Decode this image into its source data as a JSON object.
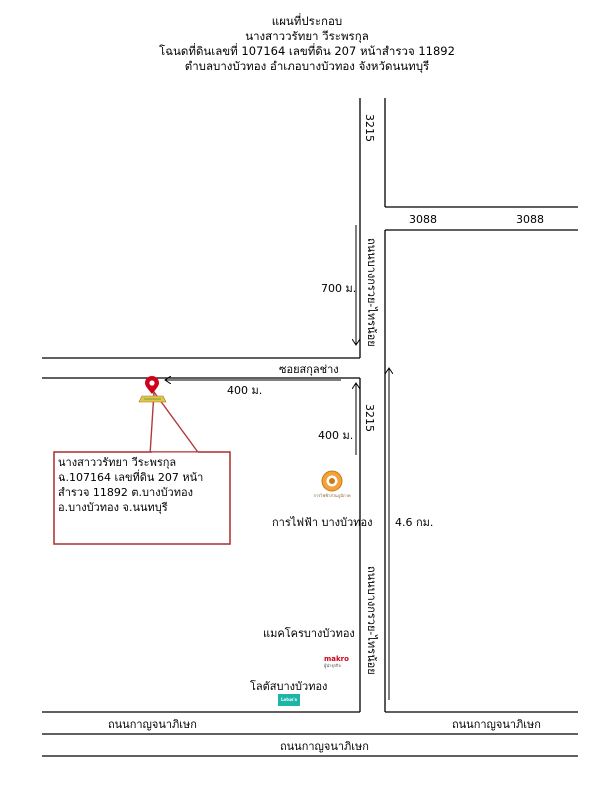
{
  "title": {
    "line1": "แผนที่ประกอบ",
    "line2": "นางสาววรัทยา วีระพรกุล",
    "line3": "โฉนดที่ดินเลขที่ 107164 เลขที่ดิน 207 หน้าสำรวจ 11892",
    "line4": "ตำบลบางบัวทอง อำเภอบางบัวทอง จังหวัดนนทบุรี"
  },
  "roads": {
    "route_3215_top": "3215",
    "route_3215_mid": "3215",
    "route_3088_left": "3088",
    "route_3088_right": "3088",
    "bangkruai_top": "ถนนบางกรวย-ไทรน้อย",
    "bangkruai_bottom": "ถนนบางกรวย-ไทรน้อย",
    "soi": "ซอยสกุลช่าง",
    "kanchana_left": "ถนนกาญจนาภิเษก",
    "kanchana_right": "ถนนกาญจนาภิเษก",
    "kanchana_bottom": "ถนนกาญจนาภิเษก"
  },
  "distances": {
    "d700": "700 ม.",
    "d400_left": "400 ม.",
    "d400_up": "400 ม.",
    "d46": "4.6 กม."
  },
  "landmarks": {
    "pea": "การไฟฟ้า บางบัวทอง",
    "pea_logo_text": "การไฟฟ้าส่วนภูมิภาค",
    "makro": "แมคโครบางบัวทอง",
    "makro_logo": "makro",
    "makro_logo_sub": "ผู้นำธุรกิจ",
    "lotus": "โลตัสบางบัวทอง",
    "lotus_logo": "Lotus's"
  },
  "callout": {
    "line1": "นางสาววรัทยา วีระพรกุล",
    "line2": "ฉ.107164 เลขที่ดิน 207 หน้า",
    "line3": "สำรวจ 11892  ต.บางบัวทอง",
    "line4": "อ.บางบัวทอง จ.นนทบุรี"
  },
  "colors": {
    "road_line": "#000000",
    "pin": "#d0021b",
    "callout_border": "#b03a3a",
    "parcel": "#e8c24a"
  }
}
